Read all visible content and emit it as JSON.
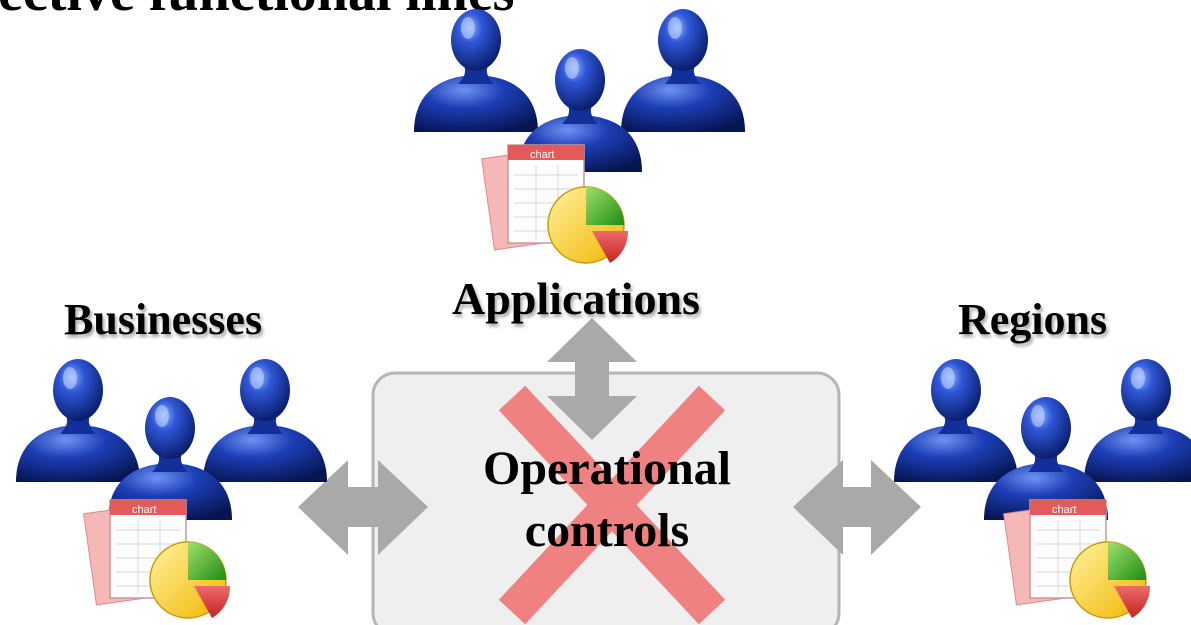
{
  "title": "ective functional lines",
  "groups": {
    "applications": {
      "label": "Applications"
    },
    "businesses": {
      "label": "Businesses"
    },
    "regions": {
      "label": "Regions"
    }
  },
  "center": {
    "line1": "Operational",
    "line2": "controls"
  },
  "doc_icon_label": "chart",
  "colors": {
    "person_blue": "#1d3fb7",
    "arrow_gray": "#a9a9a9",
    "box_fill": "#efefef",
    "box_border": "#b5b5b5",
    "cross_red": "#f07c7c"
  }
}
